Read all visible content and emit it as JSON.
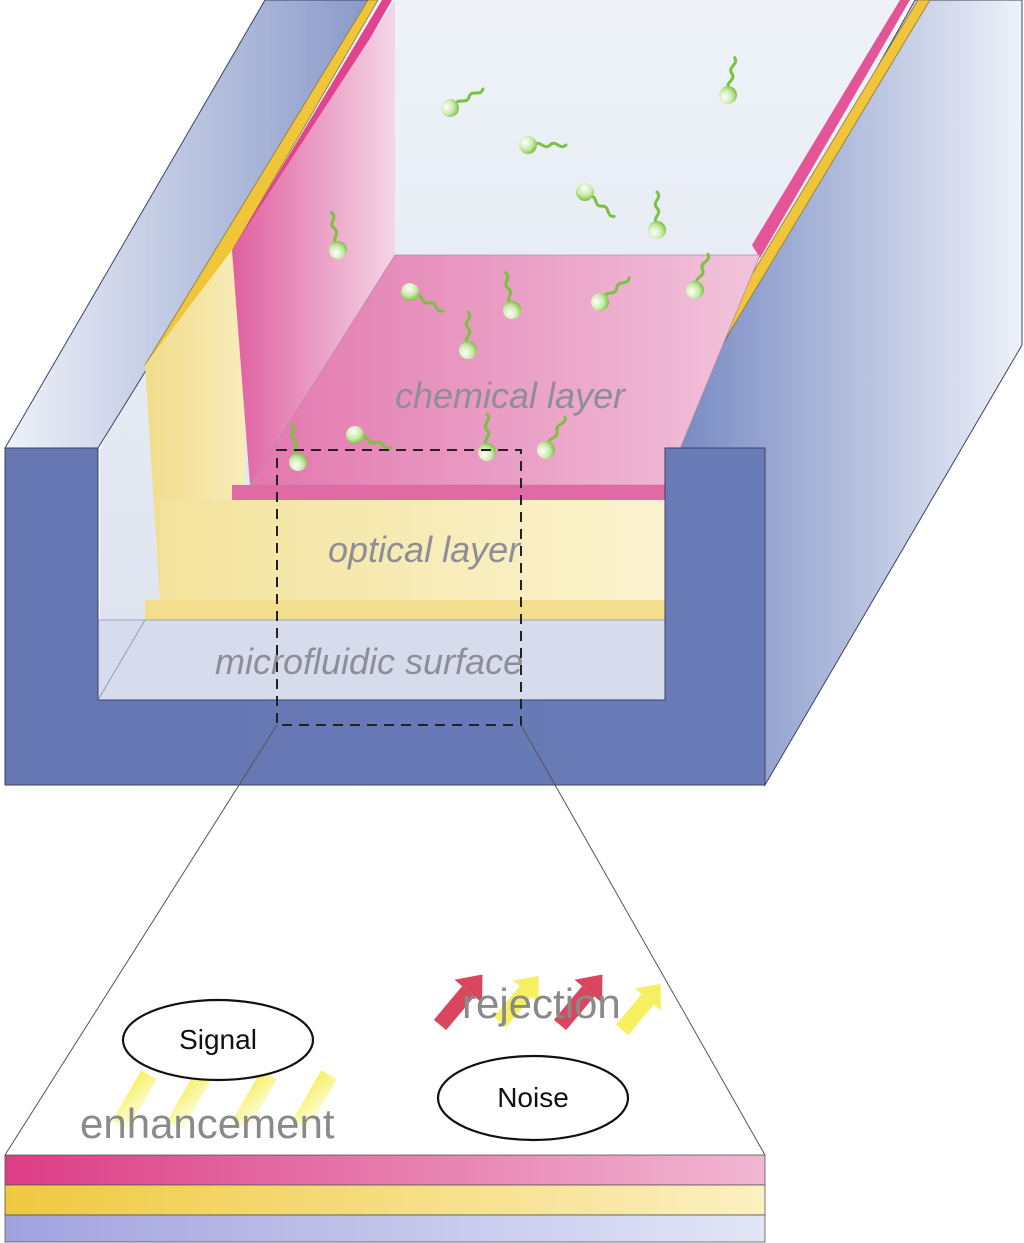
{
  "labels": {
    "chemical_layer": "chemical layer",
    "optical_layer": "optical layer",
    "microfluidic_surface": "microfluidic surface",
    "signal": "Signal",
    "noise": "Noise",
    "rejection": "rejection",
    "enhancement": "enhancement"
  },
  "colors": {
    "channel_blue": "#6a7db8",
    "channel_blue_light": "#c2cae2",
    "chemical_pink": "#e06aa4",
    "chemical_pink_light": "#f3cfe1",
    "optical_yellow": "#f5e6a8",
    "optical_gold": "#f0c53a",
    "rejection_arrow": "#d9465e",
    "enhancement_arrow": "#f6f060",
    "molecule_green": "#7cc142"
  }
}
